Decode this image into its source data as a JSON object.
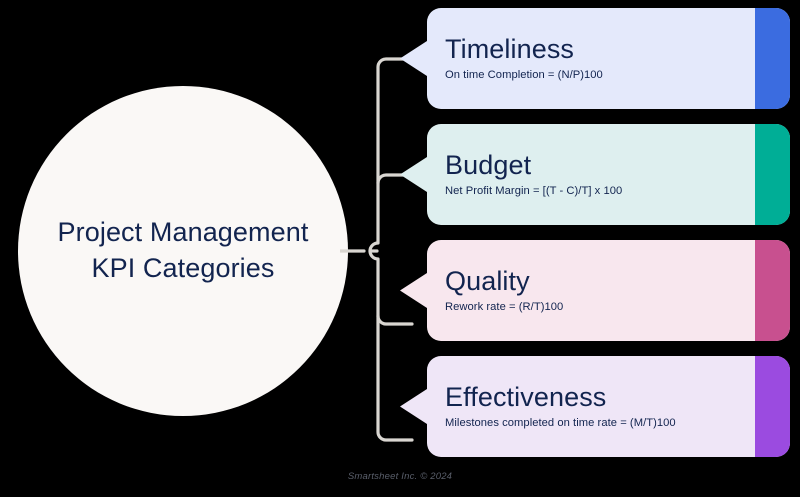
{
  "diagram": {
    "hub": {
      "title": "Project Management KPI Categories",
      "fill_color": "#FAF8F6",
      "text_color": "#12244F"
    },
    "connector": {
      "color": "#D9D6D1",
      "icon": "bracket-tree-connector"
    },
    "cards": [
      {
        "title": "Timeliness",
        "formula": "On time Completion = (N/P)100",
        "bg_color": "#E4E9FB",
        "accent_color": "#3B6CE0"
      },
      {
        "title": "Budget",
        "formula": "Net Profit Margin = [(T - C)/T] x 100",
        "bg_color": "#DEEFEF",
        "accent_color": "#00AE96"
      },
      {
        "title": "Quality",
        "formula": "Rework rate = (R/T)100",
        "bg_color": "#F8E7EE",
        "accent_color": "#C8508F"
      },
      {
        "title": "Effectiveness",
        "formula": "Milestones completed on time rate = (M/T)100",
        "bg_color": "#EFE6F7",
        "accent_color": "#9B4BE0"
      }
    ],
    "footer": {
      "credit": "Smartsheet Inc. © 2024"
    },
    "background_color": "#000000"
  }
}
